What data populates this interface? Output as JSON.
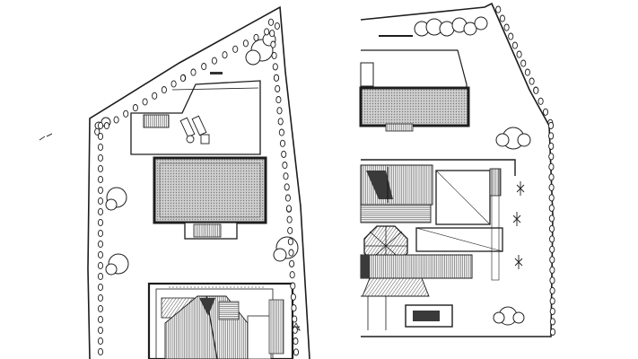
{
  "drawing": {
    "colors": {
      "ink": "#1d1d1d",
      "paper": "#ffffff",
      "hatch": "#6a6a6a",
      "pool": "#bdbdbd",
      "dark_fill": "#3a3a3a"
    },
    "left_sheet": {
      "plot_label": "",
      "elements": [
        "property-boundary",
        "tree-row",
        "deck",
        "pool",
        "pool-steps",
        "house-roof"
      ]
    },
    "right_sheet": {
      "elements": [
        "property-boundary",
        "tree-row",
        "pool",
        "house-roof",
        "roof-gazebo",
        "patio"
      ]
    }
  }
}
